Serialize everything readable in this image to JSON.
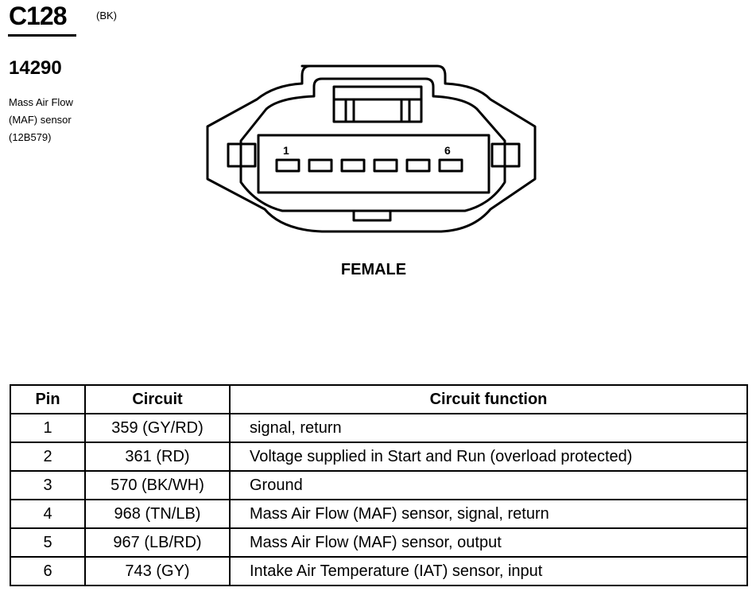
{
  "connector": {
    "id": "C128",
    "color_code": "(BK)",
    "part_number": "14290",
    "description_lines": [
      "Mass Air Flow",
      "(MAF) sensor",
      "(12B579)"
    ],
    "first_pin_label": "1",
    "last_pin_label": "6",
    "gender": "FEMALE"
  },
  "table": {
    "headers": [
      "Pin",
      "Circuit",
      "Circuit function"
    ],
    "rows": [
      {
        "pin": "1",
        "circuit": "359 (GY/RD)",
        "function": "signal, return"
      },
      {
        "pin": "2",
        "circuit": "361 (RD)",
        "function": "Voltage supplied in Start and Run (overload protected)"
      },
      {
        "pin": "3",
        "circuit": "570 (BK/WH)",
        "function": "Ground"
      },
      {
        "pin": "4",
        "circuit": "968 (TN/LB)",
        "function": "Mass Air Flow (MAF) sensor, signal, return"
      },
      {
        "pin": "5",
        "circuit": "967 (LB/RD)",
        "function": "Mass Air Flow (MAF) sensor, output"
      },
      {
        "pin": "6",
        "circuit": "743 (GY)",
        "function": "Intake Air Temperature (IAT) sensor, input"
      }
    ]
  }
}
